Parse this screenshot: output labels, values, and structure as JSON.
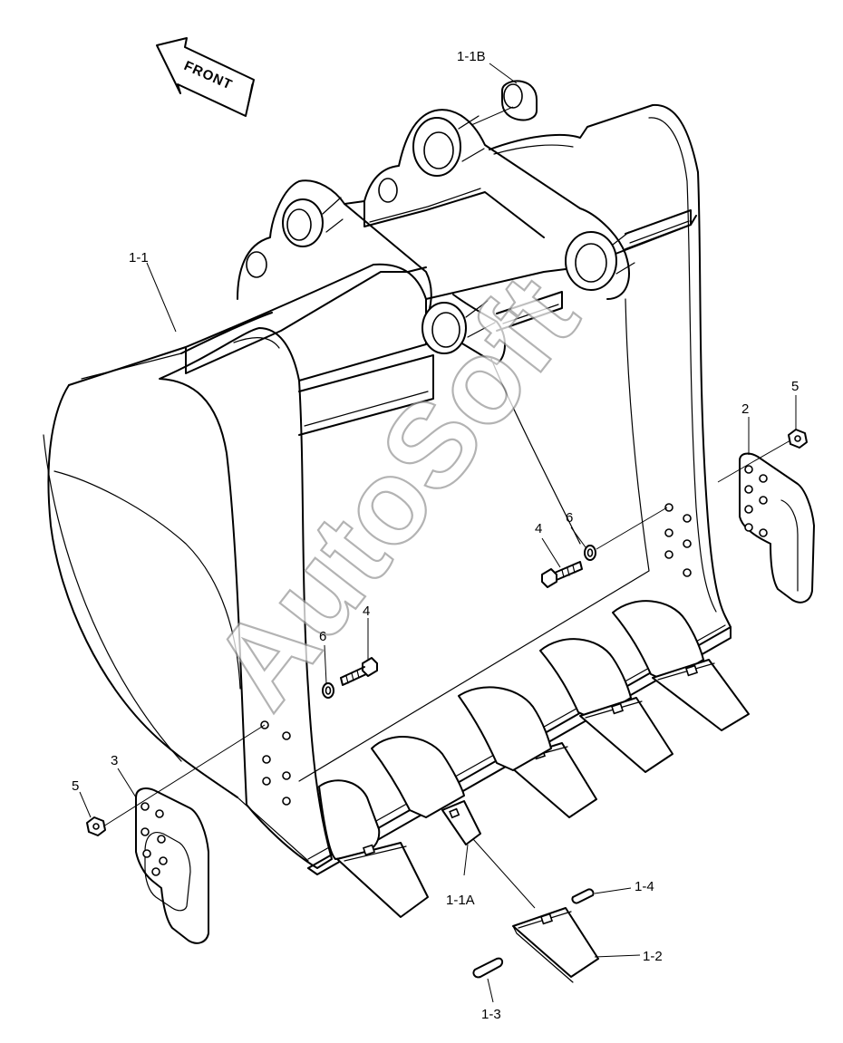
{
  "direction_arrow": {
    "text": "FRONT",
    "icon": "front-direction-arrow-icon"
  },
  "watermark": {
    "text": "AutoSoft"
  },
  "callouts": {
    "c_1_1": "1-1",
    "c_1_1a": "1-1A",
    "c_1_1b": "1-1B",
    "c_1_2": "1-2",
    "c_1_3": "1-3",
    "c_1_4": "1-4",
    "c_2": "2",
    "c_3": "3",
    "c_4_left": "4",
    "c_4_right": "4",
    "c_5_left": "5",
    "c_5_right": "5",
    "c_6_left": "6",
    "c_6_right": "6"
  },
  "colors": {
    "line": "#000000",
    "background": "#ffffff",
    "watermark_outline": "#9a9a9a"
  }
}
